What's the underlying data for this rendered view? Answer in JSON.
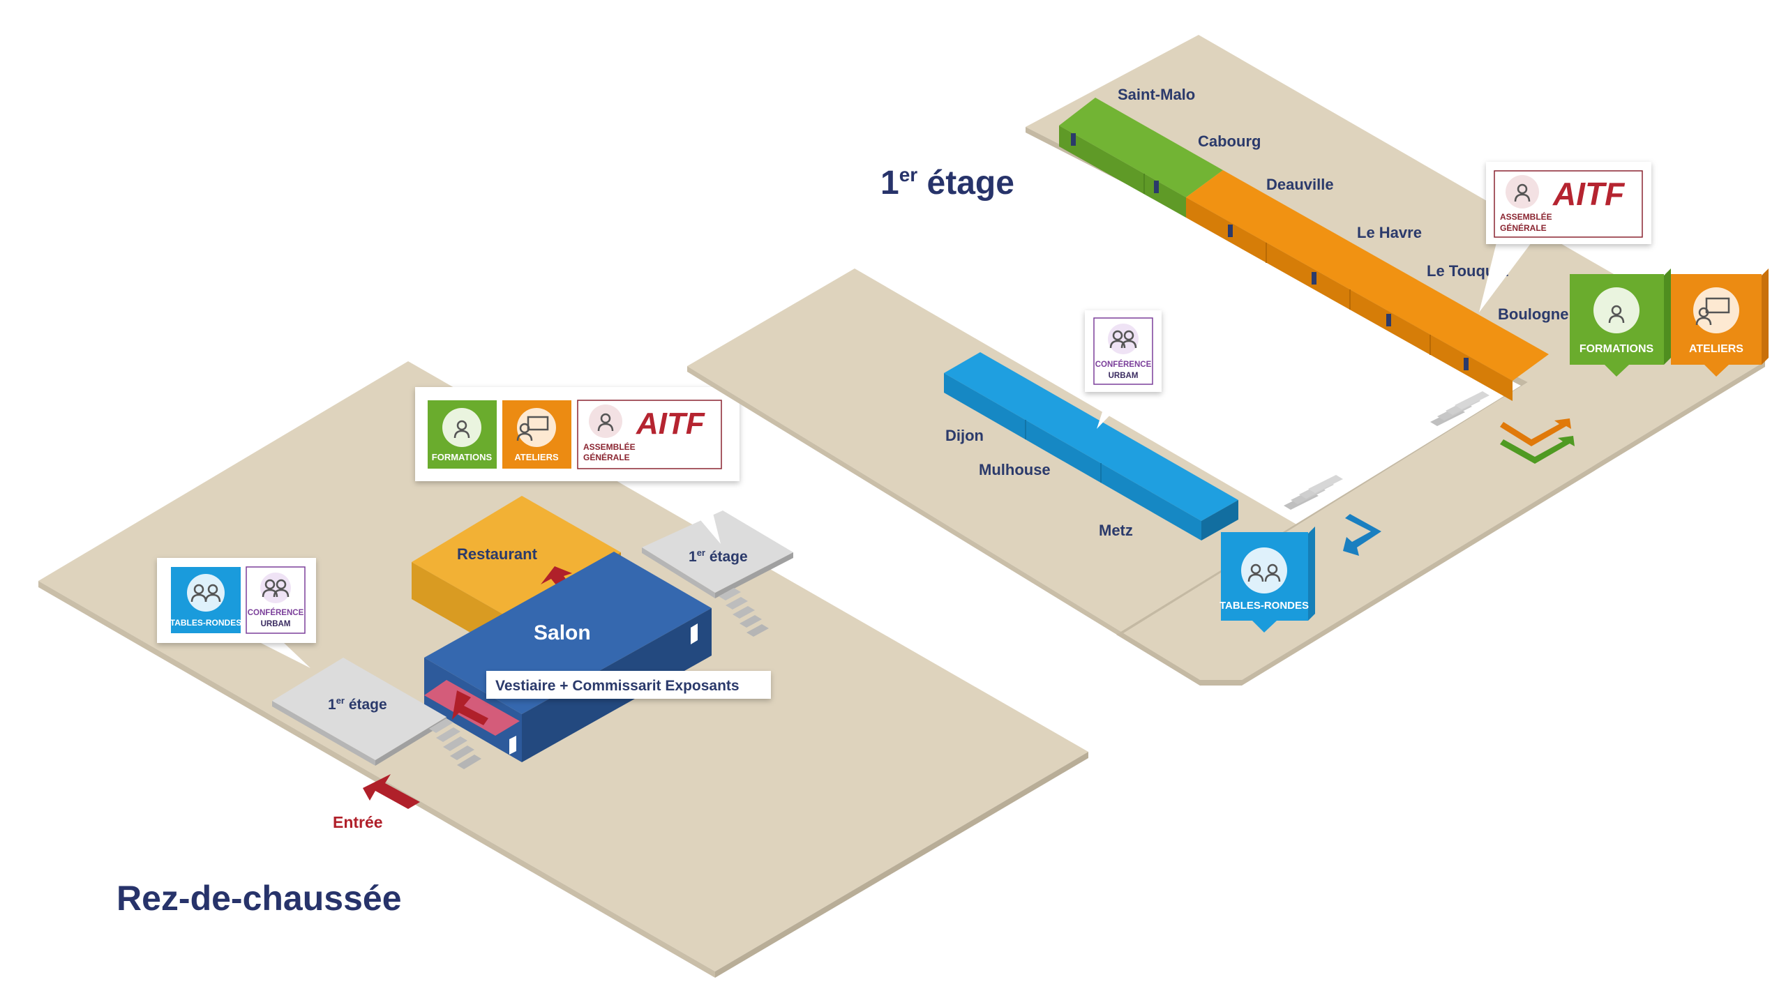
{
  "floors": {
    "ground_title": "Rez-de-chaussée",
    "first_title_main": "1",
    "first_title_sup": "er",
    "first_title_rest": " étage"
  },
  "ground": {
    "salon": "Salon",
    "restaurant": "Restaurant",
    "vestiaire": "Vestiaire + Commissarit Exposants",
    "entree": "Entrée",
    "stair_label_main": "1",
    "stair_label_sup": "er",
    "stair_label_rest": " étage"
  },
  "first": {
    "rooms_top": [
      "Saint-Malo",
      "Cabourg",
      "Deauville",
      "Le Havre",
      "Le Touquet",
      "Boulogne"
    ],
    "rooms_left": [
      "Dijon",
      "Mulhouse",
      "Metz"
    ]
  },
  "badges": {
    "formations": "FORMATIONS",
    "ateliers": "ATELIERS",
    "tables_rondes": "TABLES-RONDES",
    "conference_line1": "CONFÉRENCE",
    "conference_line2": "URBAM",
    "aitf_logo": "AITF",
    "assemblee_line1": "ASSEMBLÉE",
    "assemblee_line2": "GÉNÉRALE"
  },
  "colors": {
    "floor": "#ded3bd",
    "salon": "#3267ad",
    "restaurant": "#e9a831",
    "green": "#6aac2d",
    "orange": "#ec8b12",
    "blue": "#1a9bdc",
    "grey": "#d9d9d9",
    "red": "#b0202a"
  }
}
